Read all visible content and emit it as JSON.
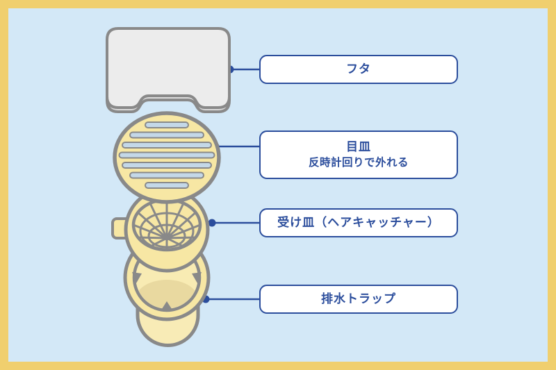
{
  "palette": {
    "frame": "#F0CF6E",
    "background": "#D3E8F7",
    "navy": "#2B4D9C",
    "gray": "#898989",
    "part_yellow": "#F7E7A4",
    "part_yellow_dark": "#E9D9A0",
    "cup_yellow": "#F8EBB6",
    "lid_gray": "#ECECEC",
    "slat_blue": "#C4D8E8",
    "box_bg": "#FFFFFF"
  },
  "labels": [
    {
      "text": "フタ"
    },
    {
      "text": "目皿",
      "note": "反時計回りで外れる"
    },
    {
      "text": "受け皿（ヘアキャッチャー）"
    },
    {
      "text": "排水トラップ"
    }
  ]
}
